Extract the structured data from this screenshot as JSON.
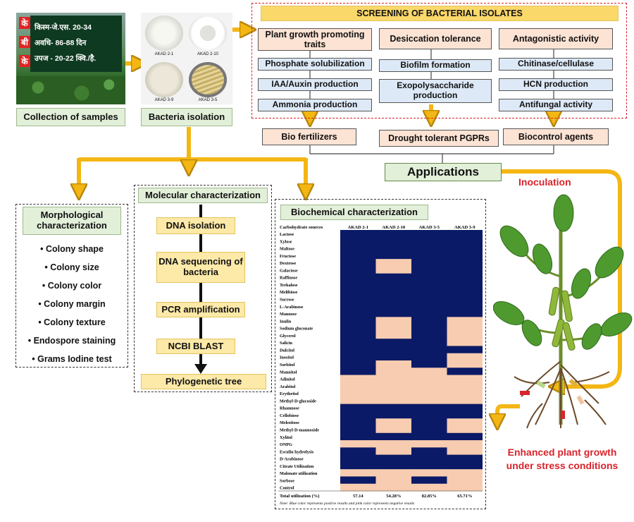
{
  "collection": {
    "photo_lines": [
      "के",
      "बी",
      "के"
    ],
    "photo_right": [
      "किस्म-जे.एस. 20-34",
      "अवधि- 86-88 दिन",
      "उपज - 20-22 क्वि./है."
    ],
    "label": "Collection of samples"
  },
  "isolation": {
    "plates": [
      "AKAD 2-1",
      "AKAD 2-10",
      "AKAD 3-9",
      "AKAD 3-5"
    ],
    "label": "Bacteria isolation"
  },
  "screening": {
    "title": "SCREENING OF BACTERIAL ISOLATES",
    "columns": [
      {
        "header": "Plant growth promoting traits",
        "items": [
          "Phosphate solubilization",
          "IAA/Auxin production",
          "Ammonia  production"
        ],
        "result": "Bio fertilizers"
      },
      {
        "header": "Desiccation tolerance",
        "items": [
          "Biofilm formation",
          "Exopolysaccharide production"
        ],
        "result": "Drought tolerant PGPRs"
      },
      {
        "header": "Antagonistic activity",
        "items": [
          "Chitinase/cellulase",
          "HCN production",
          "Antifungal activity"
        ],
        "result": "Biocontrol agents"
      }
    ]
  },
  "applications": {
    "label": "Applications"
  },
  "inoculation": {
    "label": "Inoculation"
  },
  "enhanced": {
    "line1": "Enhanced plant growth",
    "line2": "under stress conditions"
  },
  "morphological": {
    "title": "Morphological characterization",
    "items": [
      "Colony shape",
      "Colony size",
      "Colony color",
      "Colony margin",
      "Colony texture",
      "Endospore staining",
      "Grams Iodine test"
    ]
  },
  "molecular": {
    "title": "Molecular characterization",
    "steps": [
      "DNA isolation",
      "DNA sequencing of bacteria",
      "PCR amplification",
      "NCBI BLAST"
    ],
    "final": "Phylogenetic tree"
  },
  "biochemical": {
    "title": "Biochemical characterization",
    "header_first": "Carbohydrate sources",
    "isolates": [
      "AKAD 2-1",
      "AKAD 2-10",
      "AKAD 3-5",
      "AKAD 3-9"
    ],
    "rows": [
      "Lactose",
      "Xylose",
      "Maltose",
      "Fructose",
      "Dextrose",
      "Galactose",
      "Raffinose",
      "Trehalose",
      "Melibiose",
      "Sucrose",
      "L-Arabinose",
      "Mannose",
      "Inulin",
      "Sodium gluconate",
      "Glycerol",
      "Salicin",
      "Dulcitol",
      "Inositol",
      "Sorbitol",
      "Mannitol",
      "Adinitol",
      "Arabitol",
      "Erythritol",
      "Methyl-D-glucoside",
      "Rhamnose",
      "Cellobiose",
      "Melezitose",
      "Methyl-D-mannoside",
      "Xylitol",
      "ONPG",
      "Esculin hydrolysis",
      "D-Arabinose",
      "Citrate Utilization",
      "Malonate utilization",
      "Sorbose",
      "Control"
    ],
    "grid": [
      [
        1,
        1,
        1,
        1
      ],
      [
        1,
        1,
        1,
        1
      ],
      [
        1,
        1,
        1,
        1
      ],
      [
        1,
        1,
        1,
        1
      ],
      [
        1,
        0,
        1,
        1
      ],
      [
        1,
        0,
        1,
        1
      ],
      [
        1,
        1,
        1,
        1
      ],
      [
        1,
        1,
        1,
        1
      ],
      [
        1,
        1,
        1,
        1
      ],
      [
        1,
        1,
        1,
        1
      ],
      [
        1,
        1,
        1,
        1
      ],
      [
        1,
        1,
        1,
        1
      ],
      [
        1,
        0,
        1,
        0
      ],
      [
        1,
        0,
        1,
        0
      ],
      [
        1,
        0,
        1,
        0
      ],
      [
        1,
        1,
        1,
        0
      ],
      [
        1,
        1,
        1,
        1
      ],
      [
        1,
        1,
        1,
        0
      ],
      [
        1,
        0,
        1,
        0
      ],
      [
        1,
        0,
        0,
        1
      ],
      [
        0,
        0,
        0,
        0
      ],
      [
        0,
        0,
        0,
        0
      ],
      [
        0,
        0,
        0,
        0
      ],
      [
        0,
        0,
        0,
        0
      ],
      [
        1,
        1,
        1,
        1
      ],
      [
        1,
        1,
        1,
        1
      ],
      [
        1,
        0,
        1,
        0
      ],
      [
        1,
        0,
        1,
        0
      ],
      [
        1,
        1,
        1,
        1
      ],
      [
        0,
        0,
        0,
        0
      ],
      [
        1,
        0,
        1,
        0
      ],
      [
        1,
        1,
        1,
        1
      ],
      [
        1,
        1,
        1,
        1
      ],
      [
        0,
        0,
        0,
        0
      ],
      [
        1,
        0,
        1,
        0
      ],
      [
        0,
        0,
        0,
        0
      ]
    ],
    "total_label": "Total utilization (%)",
    "totals": [
      "57.14",
      "54.28%",
      "82.85%",
      "65.71%"
    ],
    "note": "Note: Blue color represents positive results and pink color represents negative results",
    "colors": {
      "positive": "#0b1a66",
      "negative": "#f7ccb0"
    }
  }
}
